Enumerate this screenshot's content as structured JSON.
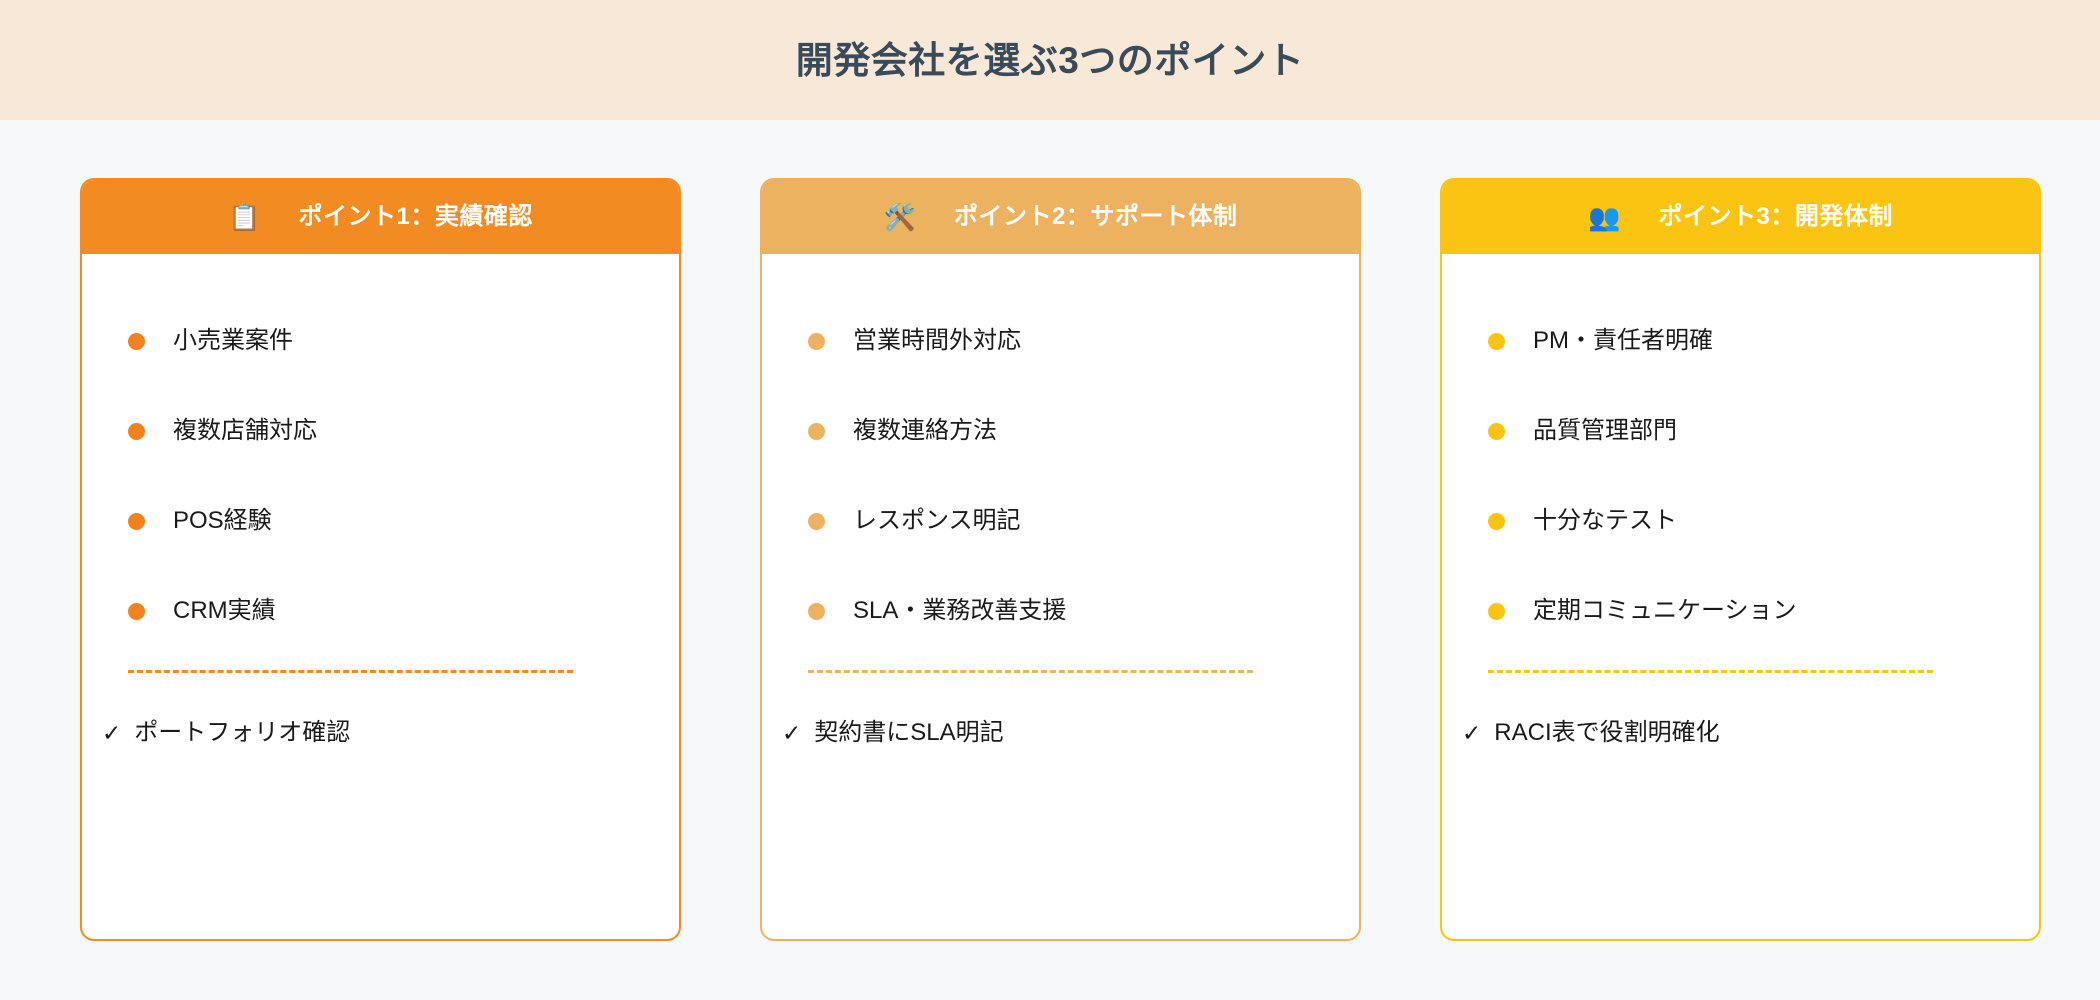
{
  "banner": {
    "title": "開発会社を選ぶ3つのポイント",
    "background_color": "#F8E8D8",
    "text_color": "#394A59"
  },
  "page": {
    "background_color": "#F7F8FA"
  },
  "cards": [
    {
      "icon": "clipboard-icon",
      "icon_glyph": "📋",
      "title": "ポイント1：実績確認",
      "accent_color": "#F28B21",
      "bullets": [
        "小売業案件",
        "複数店舗対応",
        "POS経験",
        "CRM実績"
      ],
      "check_icon_glyph": "✓",
      "check_label": "ポートフォリオ確認"
    },
    {
      "icon": "hammer-and-wrench-icon",
      "icon_glyph": "🛠️",
      "title": "ポイント2：サポート体制",
      "accent_color": "#EDB260",
      "bullets": [
        "営業時間外対応",
        "複数連絡方法",
        "レスポンス明記",
        "SLA・業務改善支援"
      ],
      "check_icon_glyph": "✓",
      "check_label": "契約書にSLA明記"
    },
    {
      "icon": "busts-in-silhouette-icon",
      "icon_glyph": "👥",
      "title": "ポイント3：開発体制",
      "accent_color": "#FBC412",
      "bullets": [
        "PM・責任者明確",
        "品質管理部門",
        "十分なテスト",
        "定期コミュニケーション"
      ],
      "check_icon_glyph": "✓",
      "check_label": "RACI表で役割明確化"
    }
  ]
}
